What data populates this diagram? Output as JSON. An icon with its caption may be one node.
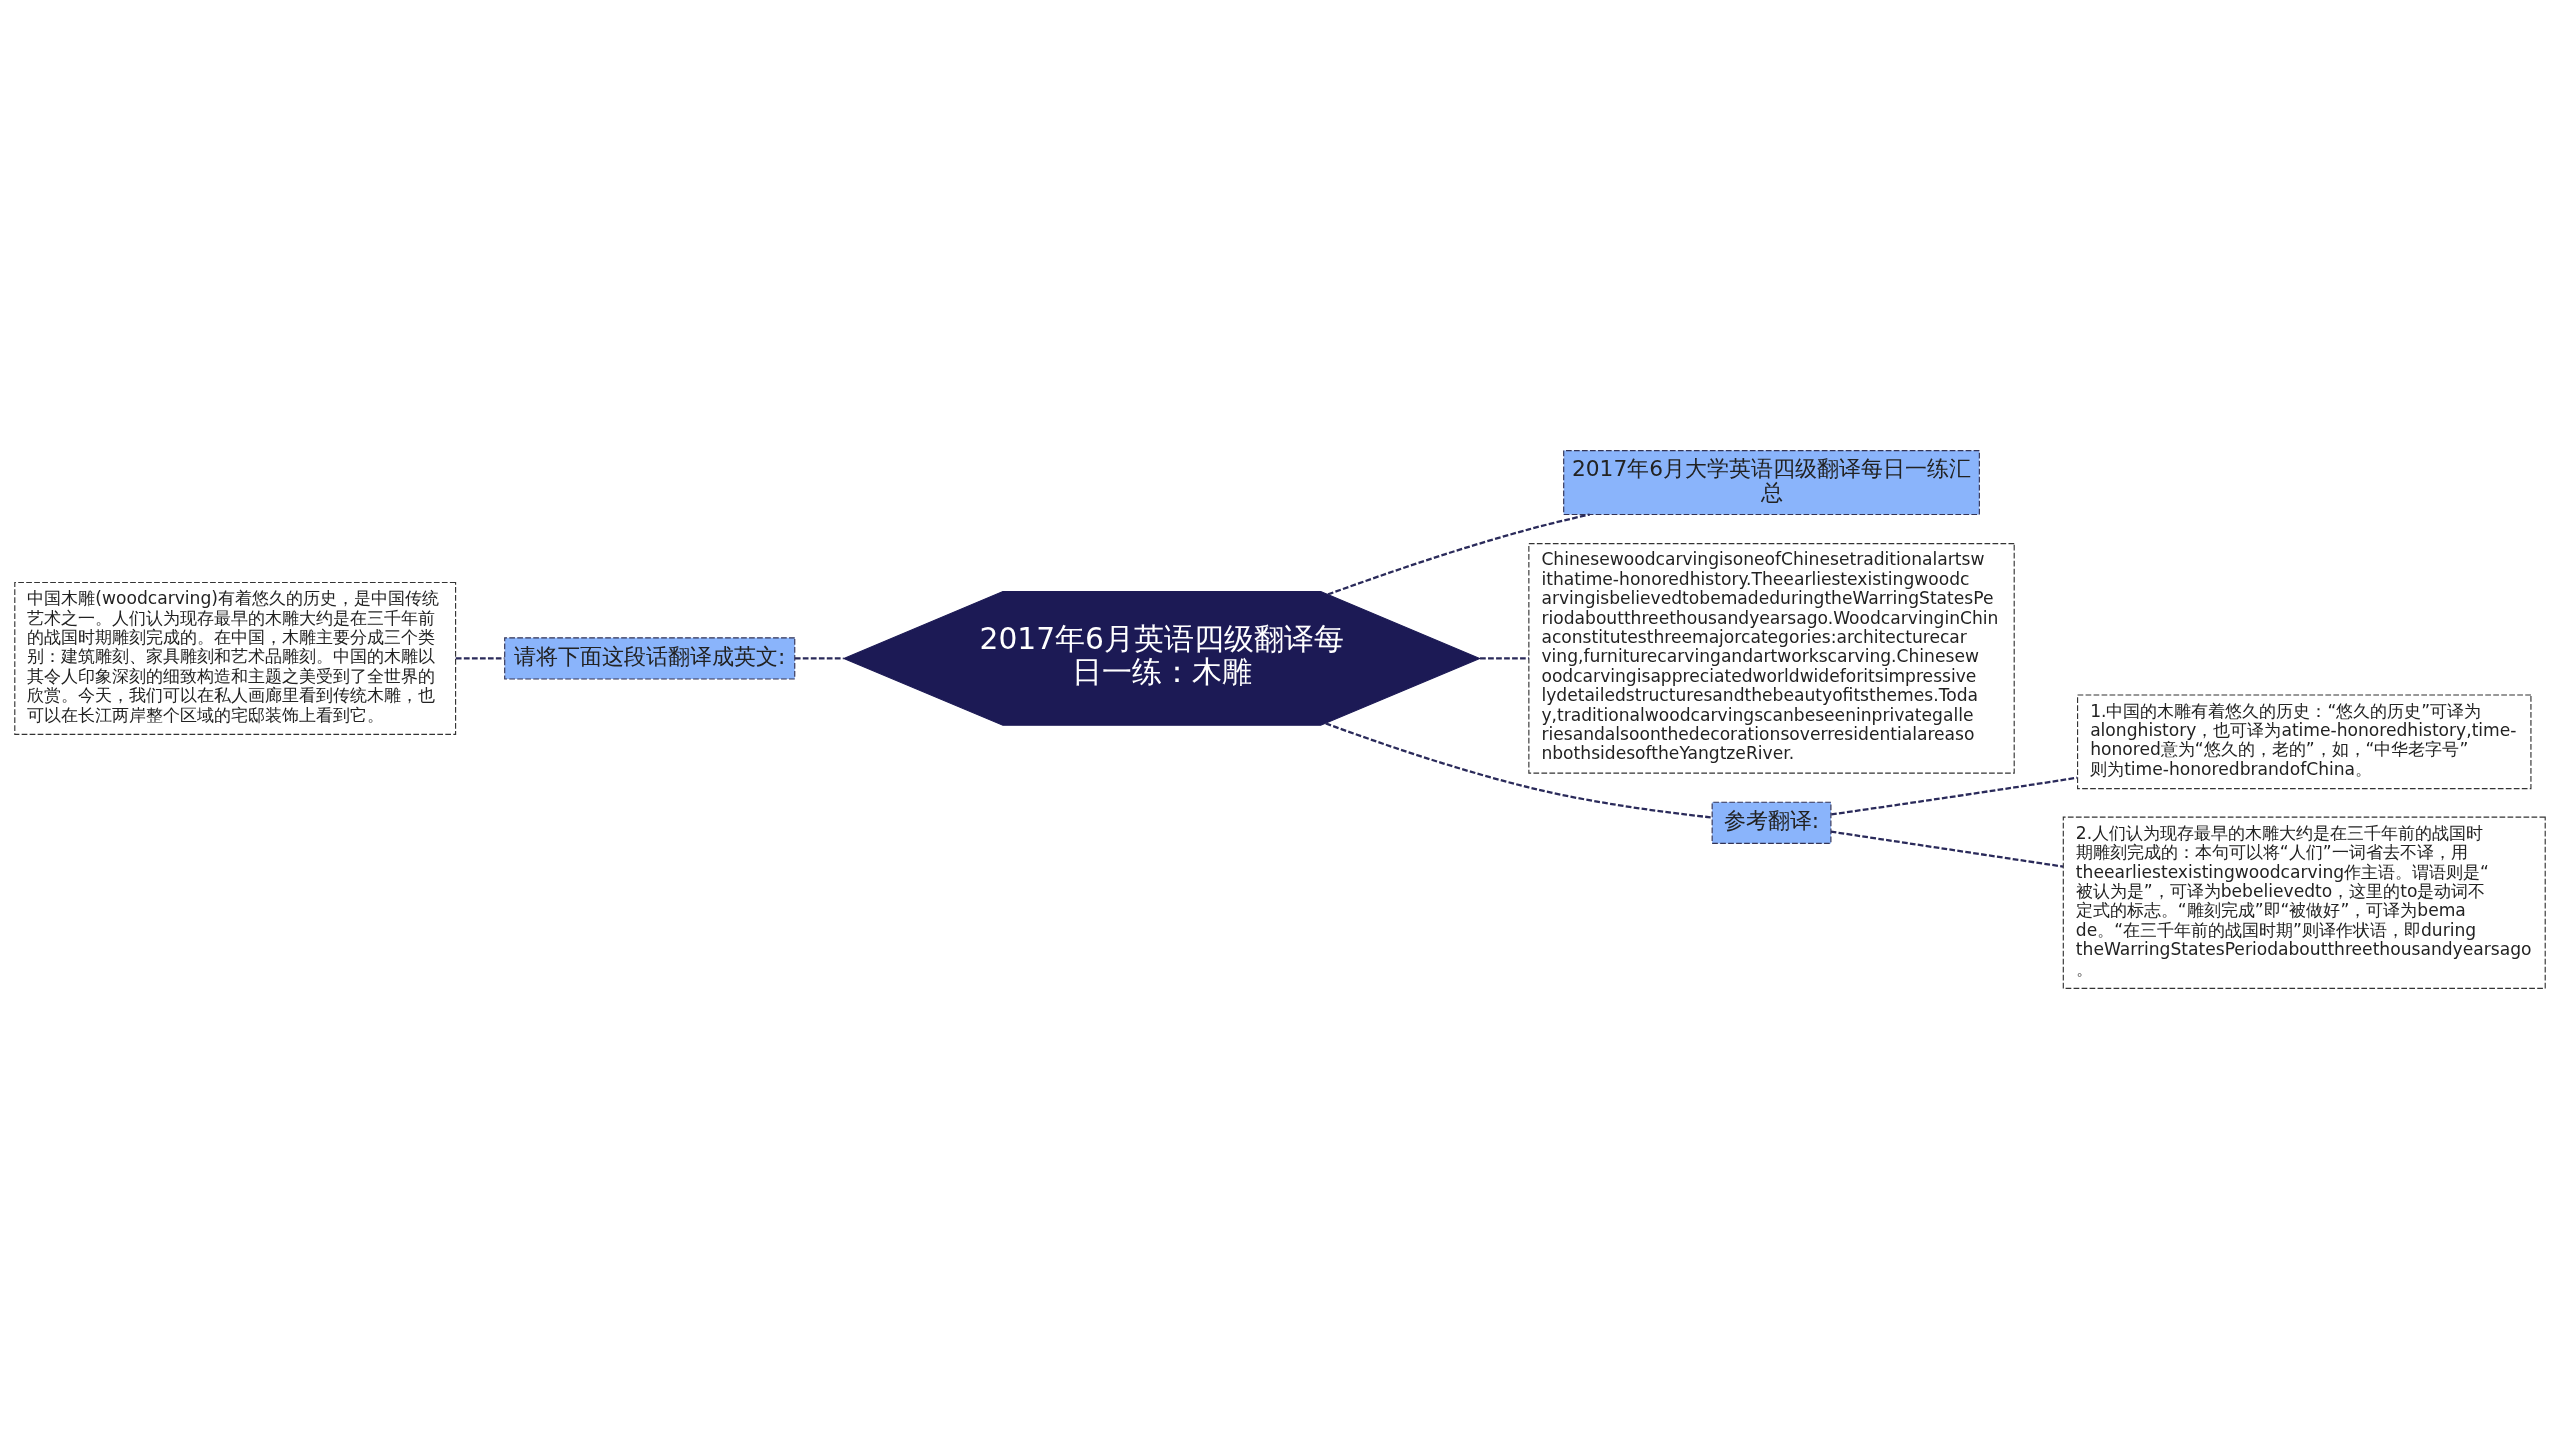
{
  "diagram": {
    "nodes": [
      {
        "text": [
          "2017年6月英语四级翻译每日一练：木雕"
        ]
      },
      {
        "text": [
          "请将下面这段话翻译成英文:"
        ]
      },
      {
        "text": [
          "中国木雕(woodcarving)有着悠久的历史，是中国传统艺术之一。人们认为现存最早的木雕大约是在三千年前的战国时期雕刻完成的。在中国，木雕主要分成三个类别：建筑雕刻、家具雕刻和艺术品雕刻。中国的木雕以其令人印象深刻的细致构造和主题之美受到了全世界的欣赏。今天，我们可以在私人画廊里看到传统木雕，也可以在长江两岸整个区域的宅邸装饰上看到它。"
        ]
      },
      {
        "text": [
          "2017年6月大学英语四级翻译每日一练汇总"
        ]
      },
      {
        "text": [
          "ChinesewoodcarvingisoneofChinesetraditionalartswithatime-honoredhistory.TheearliestexistingwoodcarvingisbelievedtobemadeduringtheWarringStatesPeriodaboutthreethousandyearsago.WoodcarvinginChinaconstitutesthreemajorcategories:architecturecarving,furniturecarvingandartworkscarving.Chinesewoodcarvingisappreciatedworldwideforitsimpressivelydetailedstructuresandthebeautyofitsthemes.Today,traditionalwoodcarvingscanbeseeninprivategalleriesandalsoonthedecorationsoverresidentialareasonbothsidesoftheYangtzeRiver."
        ]
      },
      {
        "text": [
          "参考翻译:"
        ]
      },
      {
        "text": [
          "1.中国的木雕有着悠久的历史：“悠久的历史”可译为alonghistory，也可译为atime-honoredhistory,time-honored意为“悠久的，老的”，如，“中华老字号”则为time-honoredbrandofChina。"
        ]
      },
      {
        "text": [
          "2.人们认为现存最早的木雕大约是在三千年前的战国时期雕刻完成的：本句可以将“人们”一词省去不译，用theearliestexistingwoodcarving作主语。谓语则是“被认为是”，可译为bebelievedto，这里的to是动词不定式的标志。“雕刻完成”即“被做好”，可译为bemade。“在三千年前的战国时期”则译作状语，即duringtheWarringStatesPeriodaboutthreethousandyearsago。"
        ]
      }
    ],
    "edges": [
      {
        "from": 2,
        "to": 1,
        "arrow": "none",
        "style": "dashed"
      },
      {
        "from": 1,
        "to": 0,
        "arrow": "none",
        "style": "dashed"
      },
      {
        "from": 0,
        "to": 3,
        "arrow": "none",
        "style": "dashed"
      },
      {
        "from": 0,
        "to": 4,
        "arrow": "none",
        "style": "dashed"
      },
      {
        "from": 0,
        "to": 5,
        "arrow": "none",
        "style": "dashed"
      },
      {
        "from": 5,
        "to": 6,
        "arrow": "none",
        "style": "dashed"
      },
      {
        "from": 5,
        "to": 7,
        "arrow": "none",
        "style": "dashed"
      }
    ]
  }
}
